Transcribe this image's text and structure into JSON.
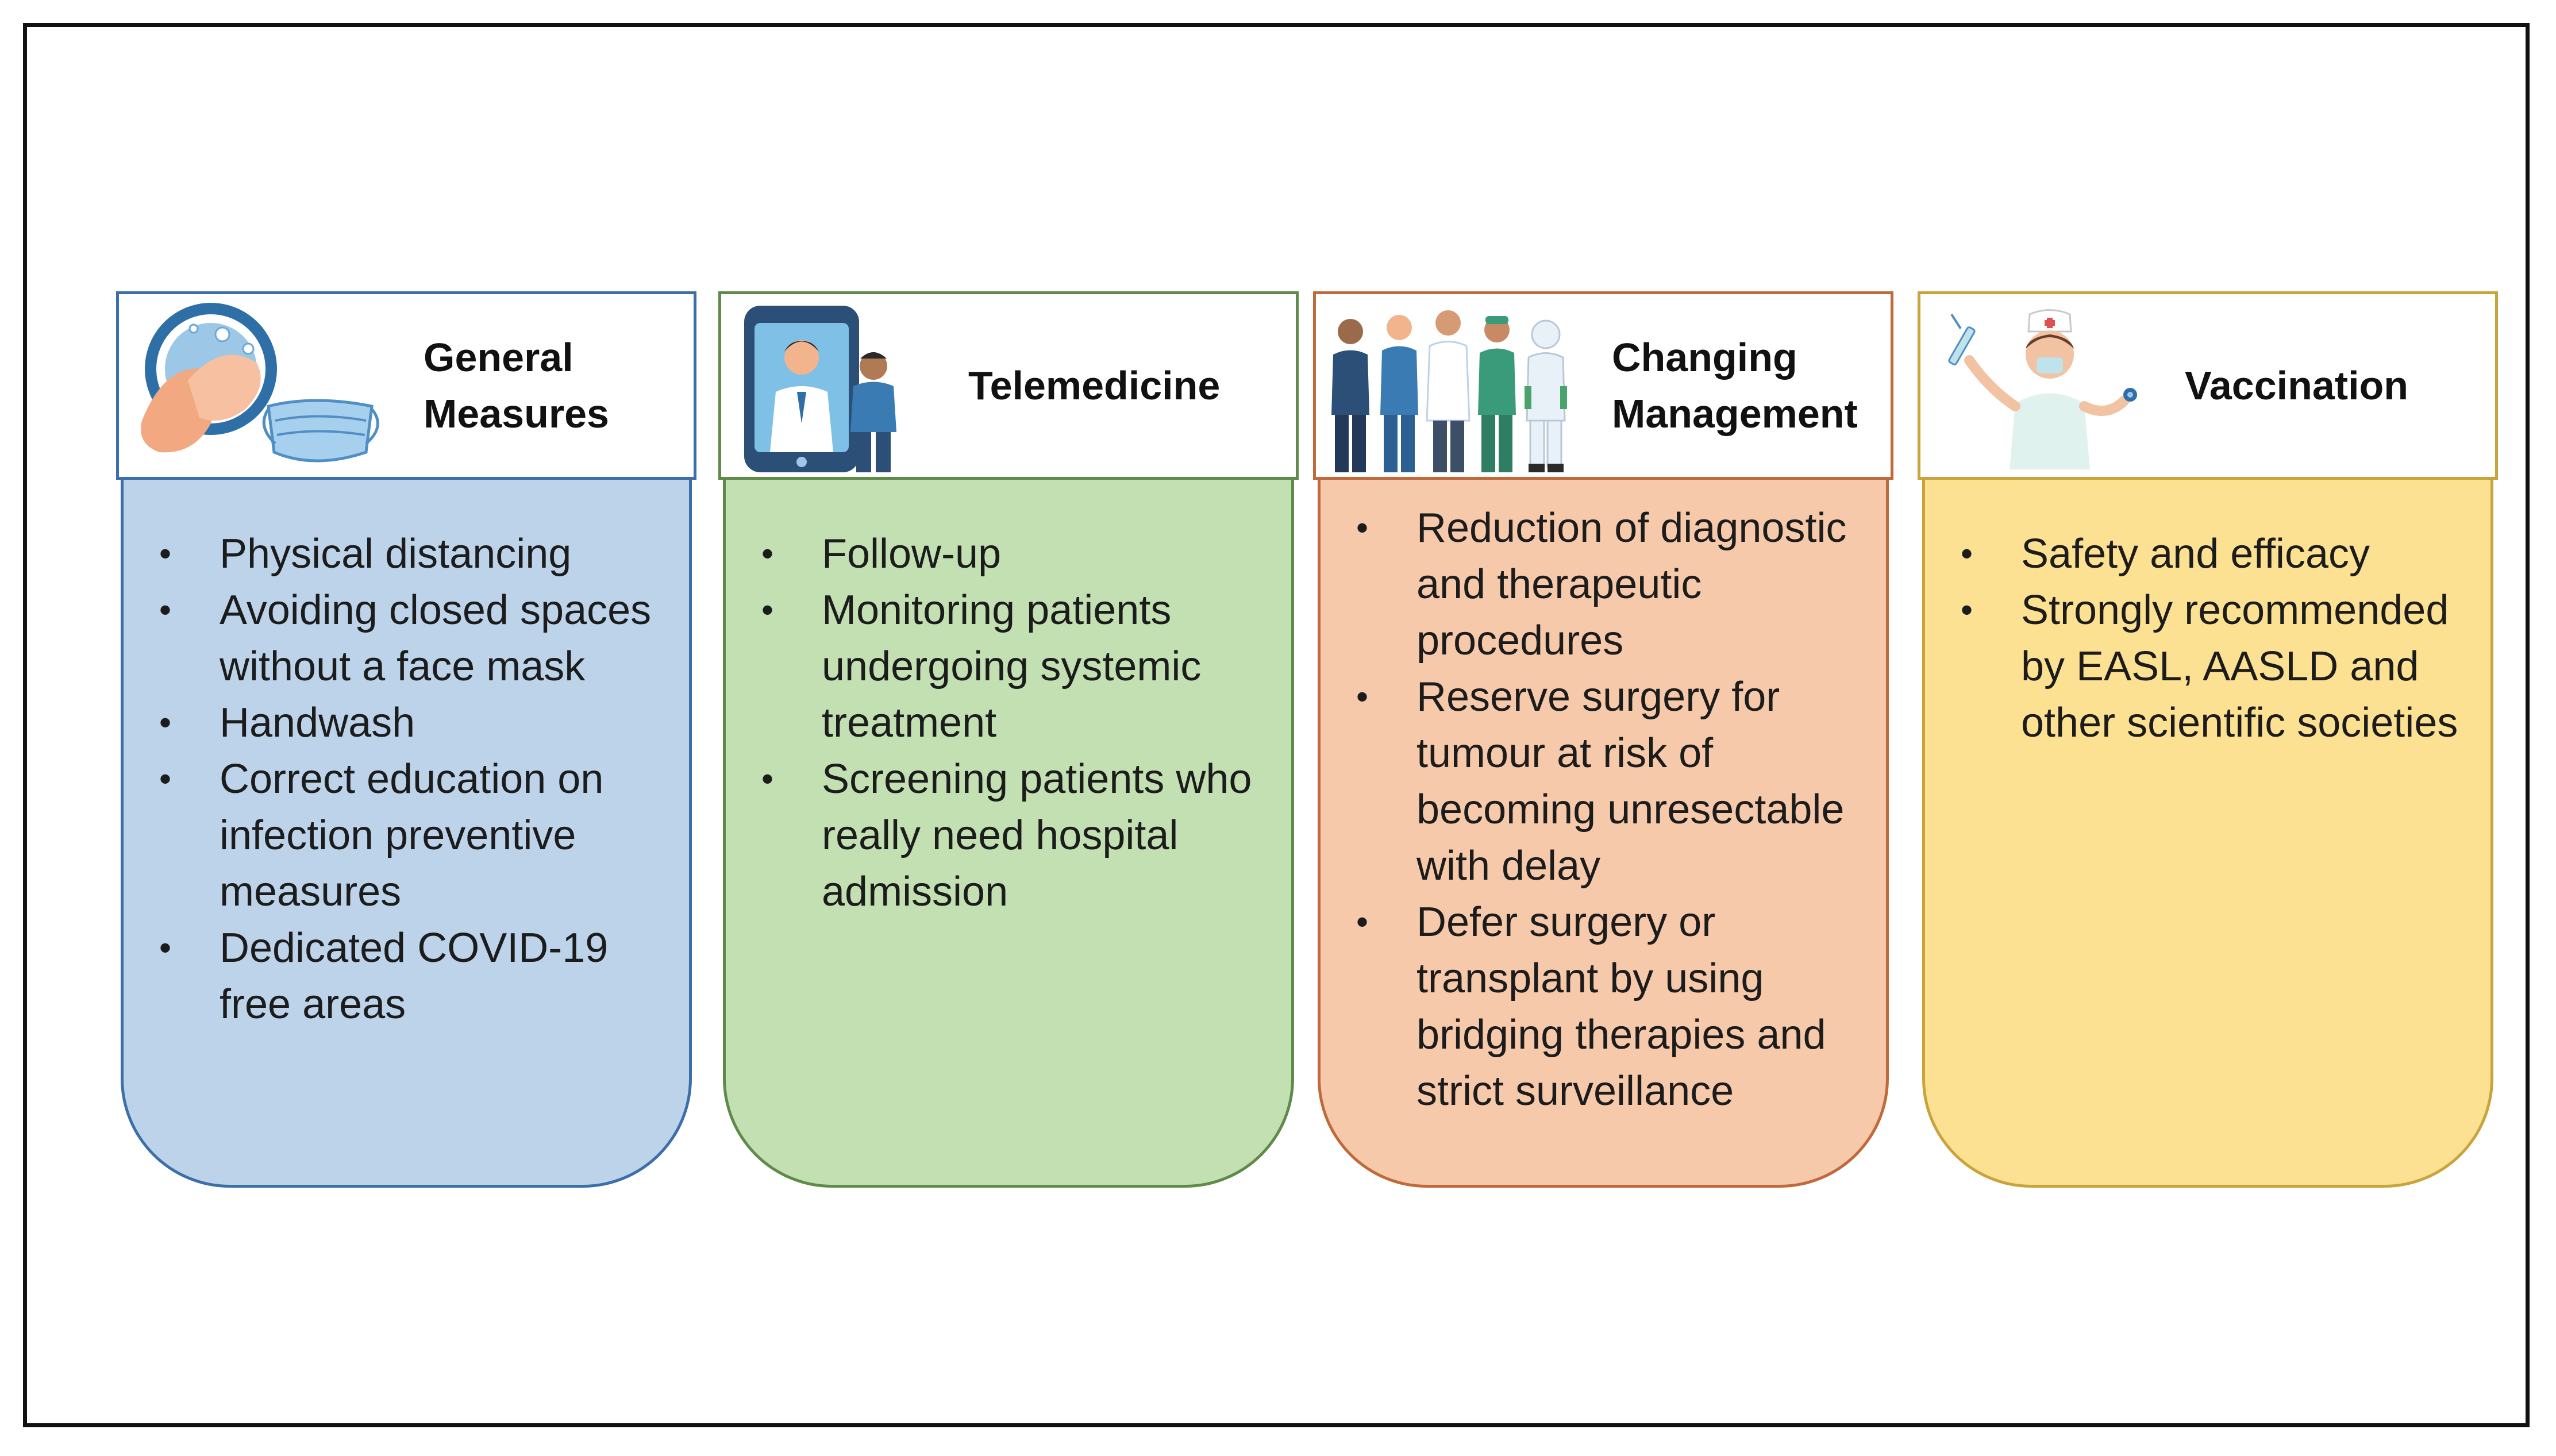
{
  "panels": [
    {
      "title_lines": [
        "General",
        "Measures"
      ],
      "icon": "handwash-and-face-mask-illustration",
      "items": [
        "Physical distancing",
        "Avoiding closed spaces without a face mask",
        "Handwash",
        "Correct education on infection preventive measures",
        "Dedicated COVID-19 free areas"
      ],
      "color": "#bcd3ea",
      "border": "#3c6fa8"
    },
    {
      "title_lines": [
        "Telemedicine"
      ],
      "icon": "doctor-on-phone-illustration",
      "items": [
        "Follow-up",
        "Monitoring patients undergoing systemic treatment",
        "Screening patients who really need hospital admission"
      ],
      "color": "#c3e0b3",
      "border": "#5f8a4a"
    },
    {
      "title_lines": [
        "Changing",
        "Management"
      ],
      "icon": "medical-staff-group-illustration",
      "items": [
        "Reduction of diagnostic and therapeutic procedures",
        "Reserve surgery for tumour at risk of becoming unresectable with delay",
        "Defer surgery or transplant by using bridging therapies and strict surveillance"
      ],
      "color": "#f6c9aa",
      "border": "#c0693a"
    },
    {
      "title_lines": [
        "Vaccination"
      ],
      "icon": "nurse-with-syringe-illustration",
      "items": [
        "Safety and efficacy",
        "Strongly recommended by EASL, AASLD and other scientific societies"
      ],
      "color": "#fde192",
      "border": "#c9a43c"
    }
  ]
}
